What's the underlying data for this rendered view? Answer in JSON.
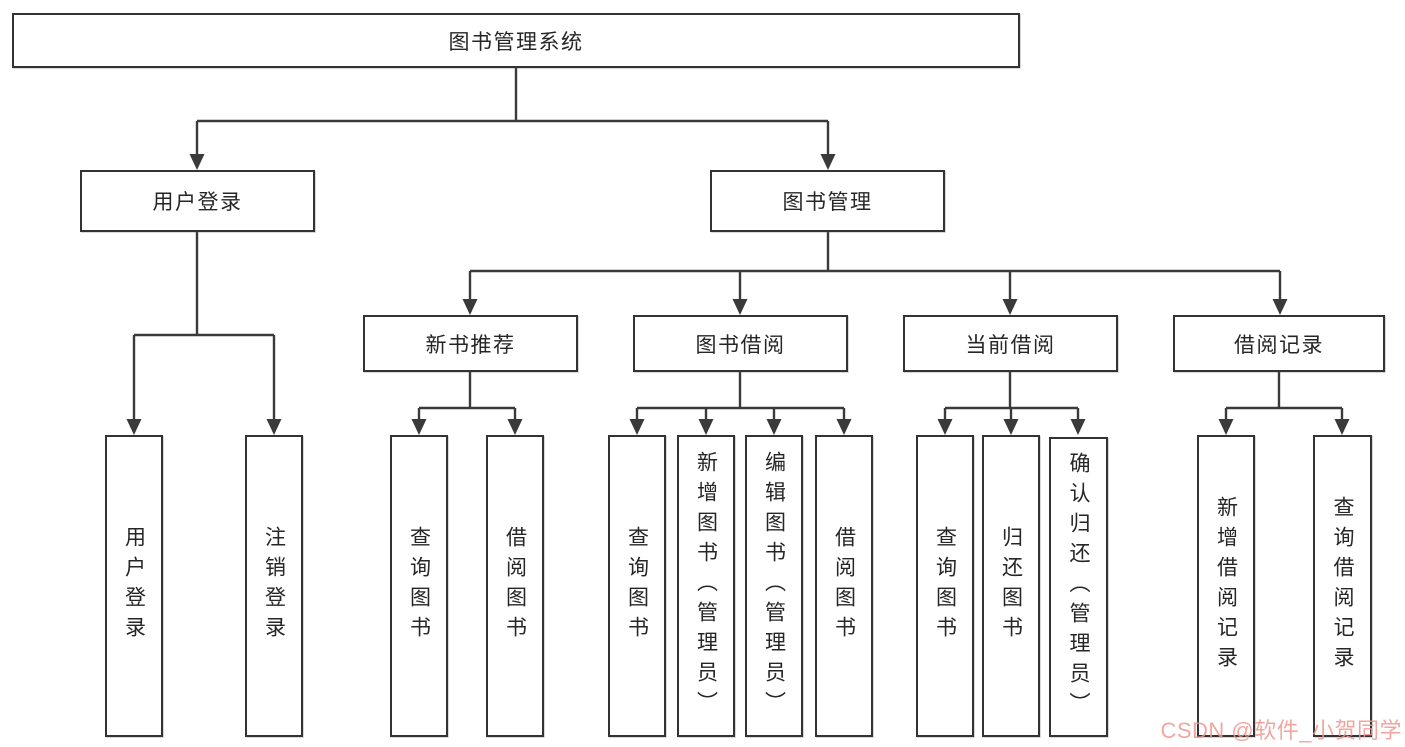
{
  "colors": {
    "background": "#ffffff",
    "line": "#3a3a3a",
    "box_border": "#333333",
    "text": "#262626",
    "watermark": "#ee968f"
  },
  "watermark": {
    "text": "CSDN @软件_小贺同学"
  },
  "tree": {
    "root": {
      "label": "图书管理系统",
      "children": [
        {
          "label": "用户登录",
          "children": [
            {
              "label": "用户登录"
            },
            {
              "label": "注销登录"
            }
          ]
        },
        {
          "label": "图书管理",
          "children": [
            {
              "label": "新书推荐",
              "children": [
                {
                  "label": "查询图书"
                },
                {
                  "label": "借阅图书"
                }
              ]
            },
            {
              "label": "图书借阅",
              "children": [
                {
                  "label": "查询图书"
                },
                {
                  "label": "新增图书（管理员）"
                },
                {
                  "label": "编辑图书（管理员）"
                },
                {
                  "label": "借阅图书"
                }
              ]
            },
            {
              "label": "当前借阅",
              "children": [
                {
                  "label": "查询图书"
                },
                {
                  "label": "归还图书"
                },
                {
                  "label": "确认归还（管理员）"
                }
              ]
            },
            {
              "label": "借阅记录",
              "children": [
                {
                  "label": "新增借阅记录"
                },
                {
                  "label": "查询借阅记录"
                }
              ]
            }
          ]
        }
      ]
    }
  }
}
